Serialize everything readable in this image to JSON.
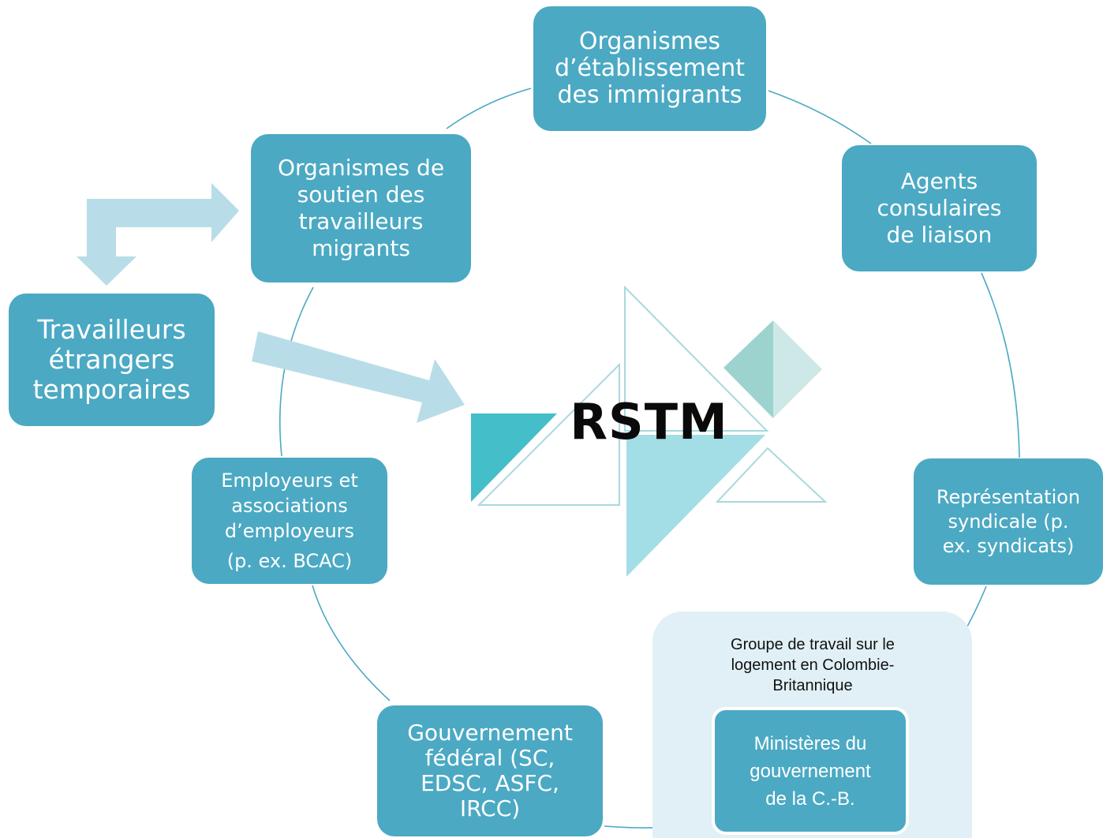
{
  "diagram": {
    "center": {
      "label": "RSTM"
    },
    "nodes": [
      {
        "id": "immigrant-settlement",
        "label": "Organismes\nd’établissement\ndes immigrants"
      },
      {
        "id": "consular-agents",
        "label": "Agents\nconsulaires\nde liaison"
      },
      {
        "id": "union-representation",
        "label": "Représentation\nsyndicale (p.\nex. syndicats)"
      },
      {
        "id": "bc-ministries",
        "label": "Ministères du\ngouvernement\nde la C.-B."
      },
      {
        "id": "federal-government",
        "label": "Gouvernement\nfédéral (SC,\nEDSC, ASFC,\nIRCC)"
      },
      {
        "id": "employers",
        "label": "Employeurs et\nassociations\nd’employeurs",
        "sublabel": "(p. ex. BCAC)"
      },
      {
        "id": "migrant-support",
        "label": "Organismes de\nsoutien des\ntravailleurs\nmigrants"
      }
    ],
    "external_node": {
      "id": "temporary-foreign-workers",
      "label": "Travailleurs\nétrangers\ntemporaires"
    },
    "group": {
      "title": "Groupe de travail sur le\nlogement en Colombie-\nBritannique"
    },
    "colors": {
      "node_fill": "#4ba9c3",
      "node_text": "#ffffff",
      "cycle_line": "#4ba9c3",
      "arrow_fill": "#b8dde8",
      "group_fill": "#e1f0f6",
      "triangle_teal": "#44bec9",
      "triangle_light": "#a3dde5",
      "diamond": "#9dd3cf",
      "outline": "#a8d8df"
    }
  }
}
